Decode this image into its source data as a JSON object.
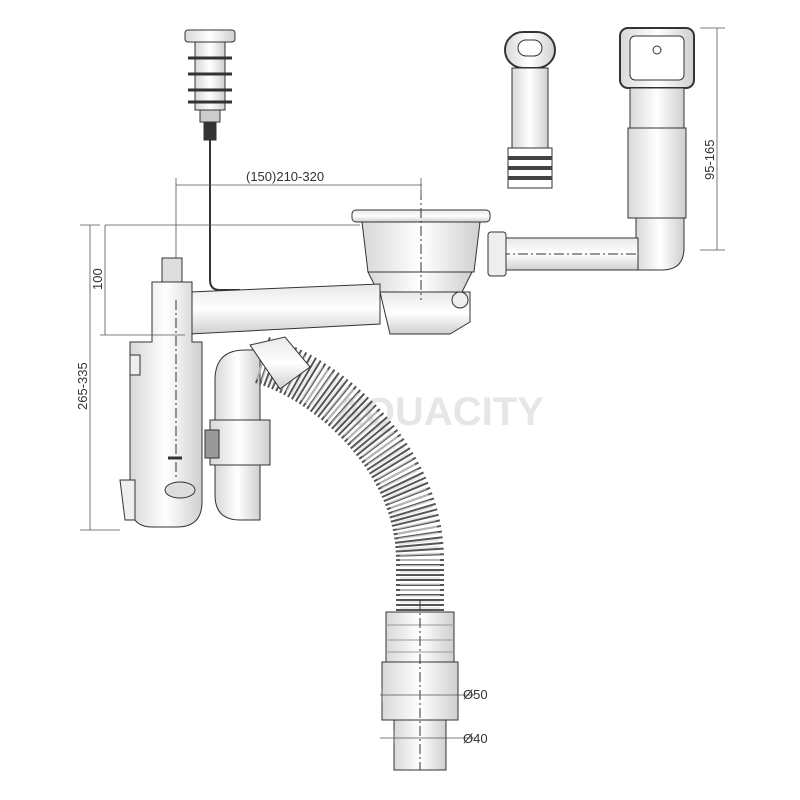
{
  "diagram": {
    "dimensions": {
      "horizontal_width": "(150)210-320",
      "drain_height": "100",
      "total_height": "265-335",
      "overflow_height": "95-165",
      "outlet_diameter_large": "Ø50",
      "outlet_diameter_small": "Ø40"
    },
    "watermark": "AQUACITY",
    "colors": {
      "line": "#333333",
      "fill": "#ffffff",
      "shade": "#cfcfcf",
      "dark": "#555555"
    }
  }
}
